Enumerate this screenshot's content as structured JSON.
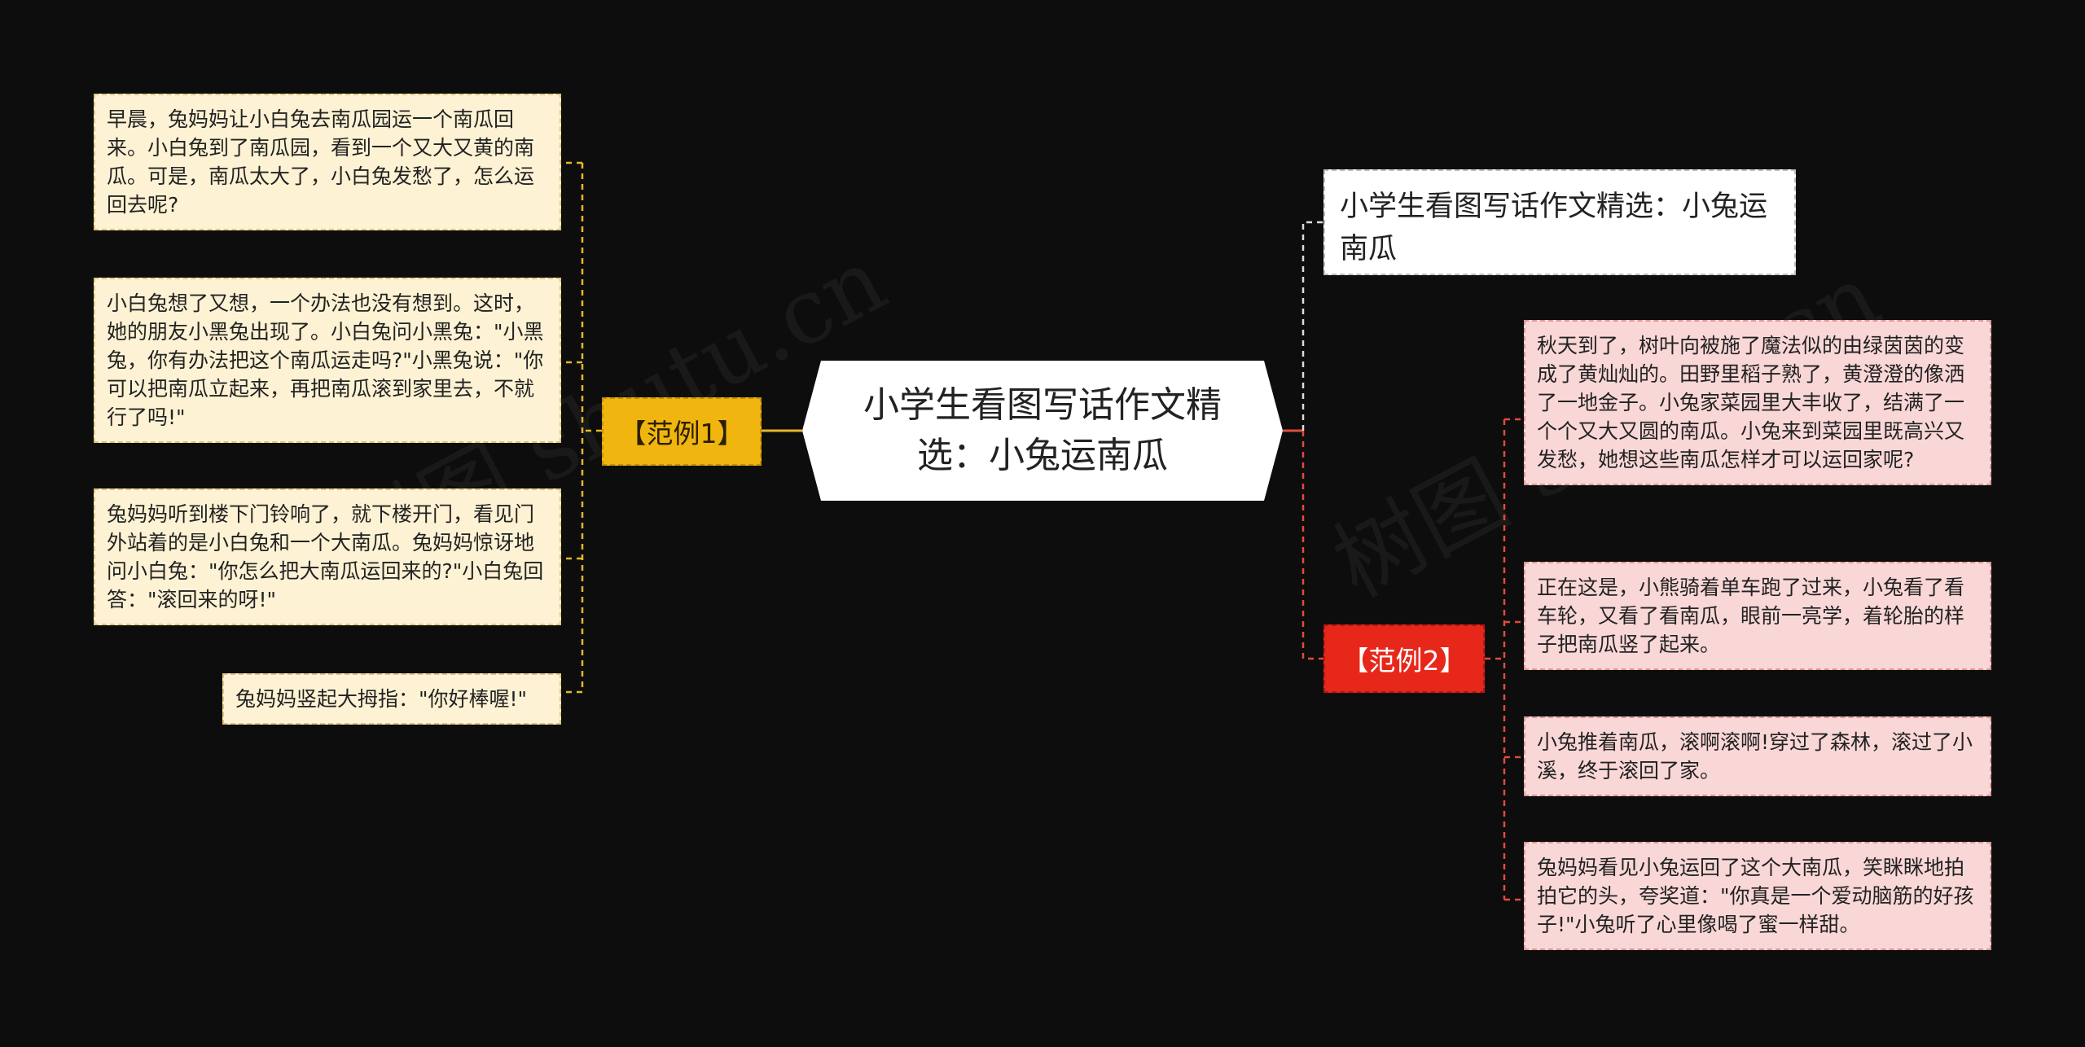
{
  "colors": {
    "background": "#0d0d0d",
    "center": "#ffffff",
    "branch1": "#f1b50f",
    "branch2": "#e8271b",
    "leaf1": "#fdf2d3",
    "leaf2": "#fad7d7",
    "line_left": "#e6b62d",
    "line_right": "#e24a3f",
    "line_topic": "#dddddd"
  },
  "center": {
    "title": "小学生看图写话作文精选：小兔运南瓜"
  },
  "topic": {
    "text": "小学生看图写话作文精选：小兔运南瓜"
  },
  "branches": [
    {
      "label": "【范例1】",
      "leaves": [
        "早晨，兔妈妈让小白兔去南瓜园运一个南瓜回来。小白兔到了南瓜园，看到一个又大又黄的南瓜。可是，南瓜太大了，小白兔发愁了，怎么运回去呢?",
        "小白兔想了又想，一个办法也没有想到。这时，她的朋友小黑兔出现了。小白兔问小黑兔：\"小黑兔，你有办法把这个南瓜运走吗?\"小黑兔说：\"你可以把南瓜立起来，再把南瓜滚到家里去，不就行了吗!\"",
        "兔妈妈听到楼下门铃响了，就下楼开门，看见门外站着的是小白兔和一个大南瓜。兔妈妈惊讶地问小白兔：\"你怎么把大南瓜运回来的?\"小白兔回答：\"滚回来的呀!\"",
        "兔妈妈竖起大拇指：\"你好棒喔!\""
      ]
    },
    {
      "label": "【范例2】",
      "leaves": [
        "秋天到了，树叶向被施了魔法似的由绿茵茵的变成了黄灿灿的。田野里稻子熟了，黄澄澄的像洒了一地金子。小兔家菜园里大丰收了，结满了一个个又大又圆的南瓜。小兔来到菜园里既高兴又发愁，她想这些南瓜怎样才可以运回家呢?",
        "正在这是，小熊骑着单车跑了过来，小兔看了看车轮，又看了看南瓜，眼前一亮学，着轮胎的样子把南瓜竖了起来。",
        "小兔推着南瓜，滚啊滚啊!穿过了森林，滚过了小溪，终于滚回了家。",
        "兔妈妈看见小兔运回了这个大南瓜，笑眯眯地拍拍它的头，夸奖道：\"你真是一个爱动脑筋的好孩子!\"小兔听了心里像喝了蜜一样甜。"
      ]
    }
  ]
}
